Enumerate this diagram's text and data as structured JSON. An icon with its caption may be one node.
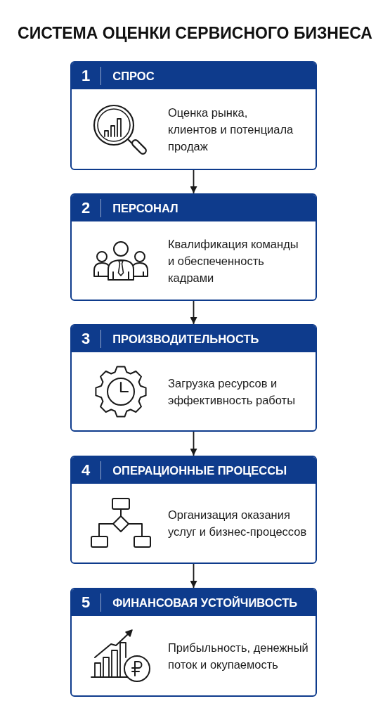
{
  "diagram": {
    "title": "СИСТЕМА ОЦЕНКИ СЕРВИСНОГО БИЗНЕСА",
    "nodes": [
      {
        "text": [
          "1",
          "СПРОС",
          "Оценка рынка, клиентов и потенциала продаж"
        ]
      },
      {
        "text": [
          "2",
          "ПЕРСОНАЛ",
          "Квалификация команды и обеспеченность кадрами"
        ]
      },
      {
        "text": [
          "3",
          "ПРОИЗВОДИТЕЛЬНОСТЬ",
          "Загрузка ресурсов и эффективность работы"
        ]
      },
      {
        "text": [
          "4",
          "ОПЕРАЦИОННЫЕ ПРОЦЕССЫ",
          "Организация оказания услуг и бизнес-процессов"
        ]
      },
      {
        "text": [
          "5",
          "ФИНАНСОВАЯ УСТОЙЧИВОСТЬ",
          "Прибыльность, денежный поток и окупаемость"
        ]
      }
    ],
    "edges": [
      {
        "from": 0,
        "to": 1,
        "arrow": "to"
      },
      {
        "from": 1,
        "to": 2,
        "arrow": "to"
      },
      {
        "from": 2,
        "to": 3,
        "arrow": "to"
      },
      {
        "from": 3,
        "to": 4,
        "arrow": "to"
      }
    ]
  }
}
